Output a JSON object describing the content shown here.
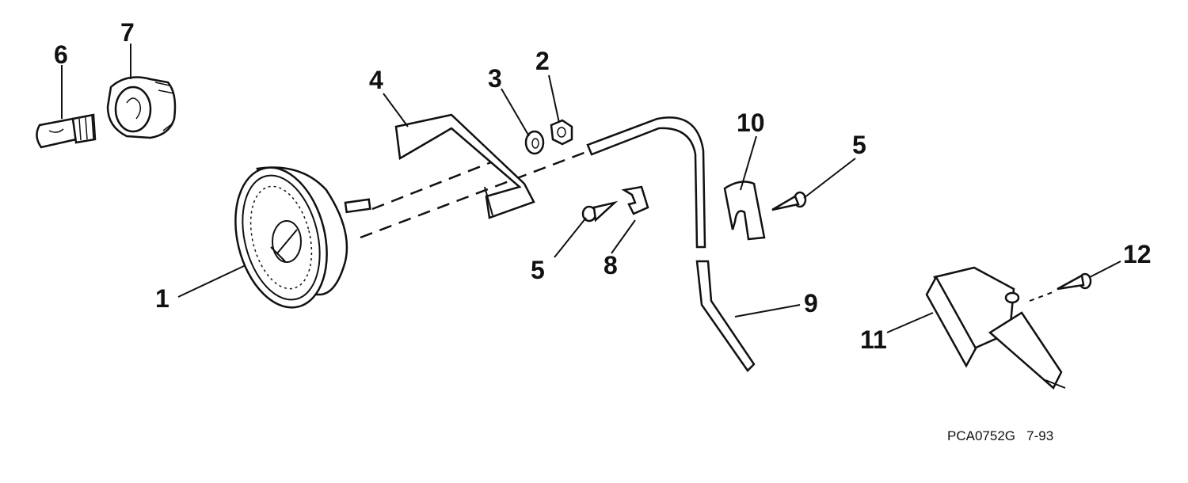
{
  "callouts": {
    "c1": "1",
    "c2": "2",
    "c3": "3",
    "c4": "4",
    "c5a": "5",
    "c5b": "5",
    "c6": "6",
    "c7": "7",
    "c8": "8",
    "c9": "9",
    "c10": "10",
    "c11": "11",
    "c12": "12"
  },
  "figure_code": "PCA0752G   7-93"
}
